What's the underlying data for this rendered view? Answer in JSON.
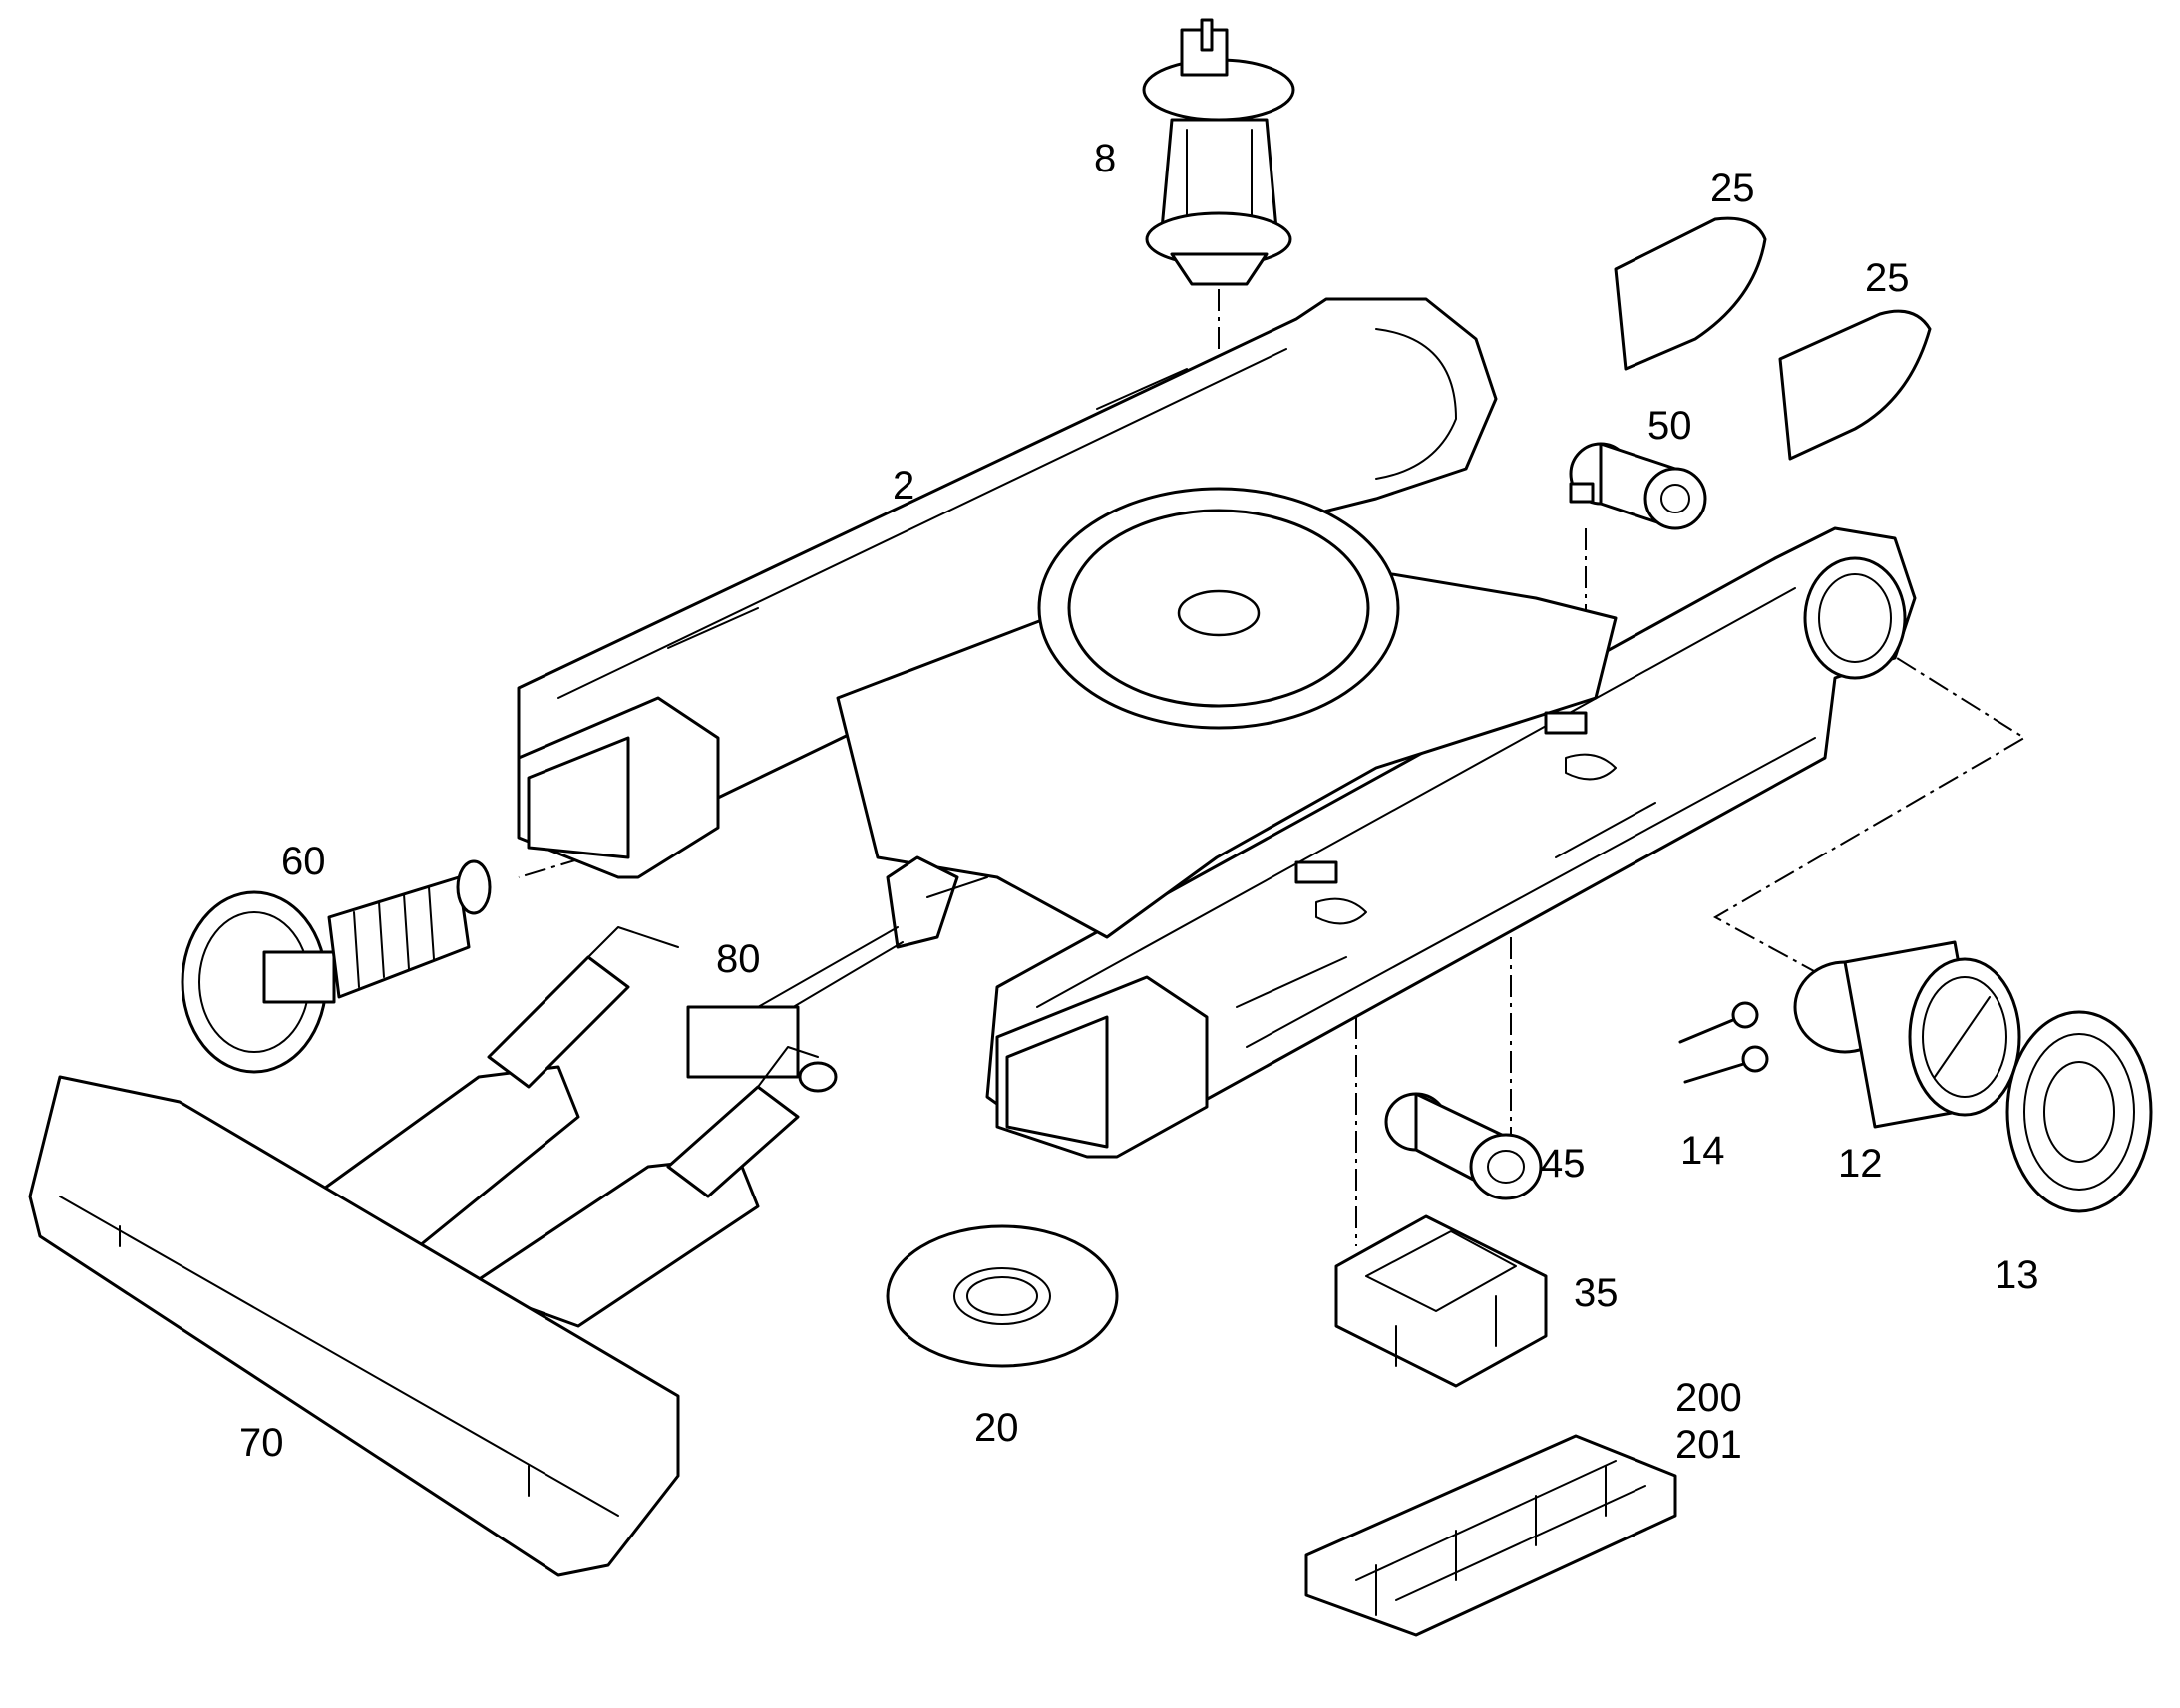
{
  "diagram": {
    "type": "exploded-parts-view",
    "colors": {
      "line": "#000000",
      "background": "#ffffff"
    },
    "callouts": [
      {
        "id": "8",
        "text": "8"
      },
      {
        "id": "25a",
        "text": "25"
      },
      {
        "id": "25b",
        "text": "25"
      },
      {
        "id": "50",
        "text": "50"
      },
      {
        "id": "2",
        "text": "2"
      },
      {
        "id": "60",
        "text": "60"
      },
      {
        "id": "80",
        "text": "80"
      },
      {
        "id": "45",
        "text": "45"
      },
      {
        "id": "14",
        "text": "14"
      },
      {
        "id": "12",
        "text": "12"
      },
      {
        "id": "13",
        "text": "13"
      },
      {
        "id": "35",
        "text": "35"
      },
      {
        "id": "20",
        "text": "20"
      },
      {
        "id": "70",
        "text": "70"
      },
      {
        "id": "200",
        "text": "200"
      },
      {
        "id": "201",
        "text": "201"
      }
    ]
  }
}
